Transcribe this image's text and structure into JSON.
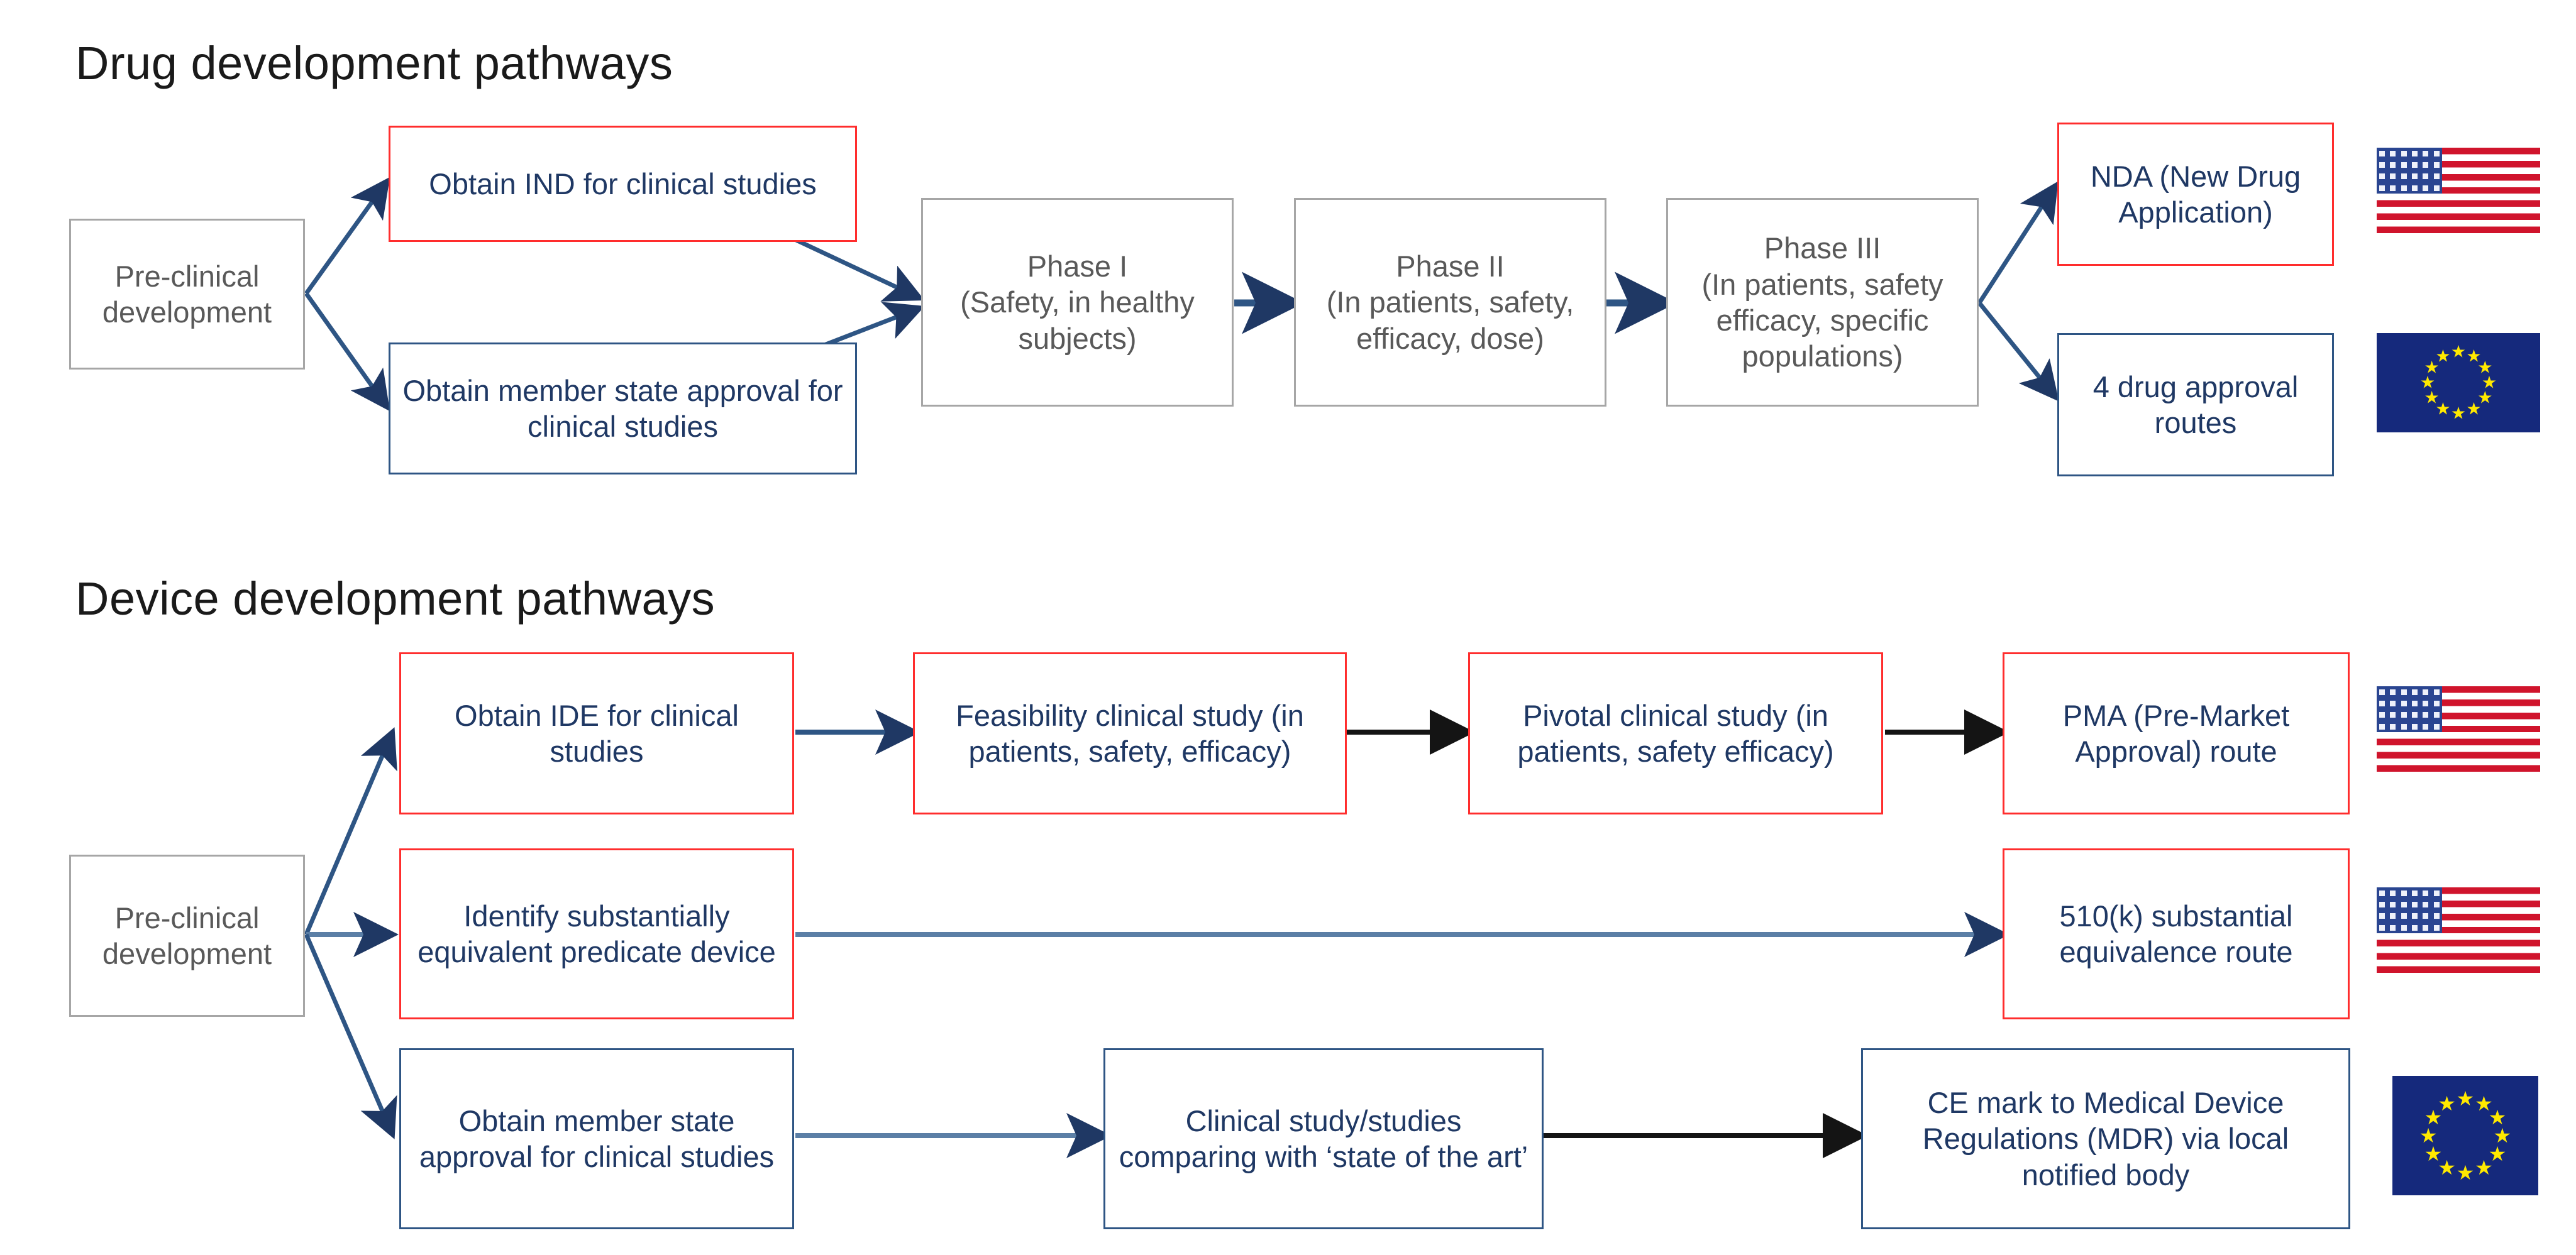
{
  "diagram": {
    "title_drug": "Drug development pathways",
    "title_device": "Device development pathways"
  },
  "drug_pathway": {
    "start": "Pre-clinical development",
    "branch_top": "Obtain IND for clinical studies",
    "branch_bottom": "Obtain member state approval for clinical studies",
    "phase1": "Phase I (Safety, in healthy subjects)",
    "phase1_line1": "Phase I",
    "phase1_line2": "(Safety, in healthy",
    "phase1_line3": "subjects)",
    "phase2_line1": "Phase II",
    "phase2_line2": "(In patients, safety,",
    "phase2_line3": "efficacy, dose)",
    "phase3_line1": "Phase III",
    "phase3_line2": "(In patients, safety",
    "phase3_line3": "efficacy, specific",
    "phase3_line4": "populations)",
    "outcome_us": "NDA (New Drug Application)",
    "outcome_eu": "4 drug approval routes",
    "flag_us": "us-flag-icon",
    "flag_eu": "eu-flag-icon"
  },
  "device_pathway": {
    "start": "Pre-clinical development",
    "row1_step1": "Obtain IDE for clinical studies",
    "row1_step2": "Feasibility clinical study (in patients, safety, efficacy)",
    "row1_step3": "Pivotal clinical study (in patients, safety efficacy)",
    "row1_outcome": "PMA (Pre-Market Approval) route",
    "row2_step1": "Identify substantially equivalent predicate device",
    "row2_outcome": "510(k) substantial equivalence route",
    "row3_step1": "Obtain member state approval  for clinical studies",
    "row3_step2": "Clinical study/studies comparing with ‘state of the art’",
    "row3_outcome": "CE mark to Medical Device Regulations (MDR) via local notified body",
    "flag_us_row1": "us-flag-icon",
    "flag_us_row2": "us-flag-icon",
    "flag_eu_row3": "eu-flag-icon"
  },
  "colors": {
    "red_border": "#ff2d2d",
    "blue_border": "#2e5584",
    "gray_border": "#a6a6a6",
    "text_blue": "#1f3864",
    "text_gray": "#595959",
    "arrow_blue": "#2e5584",
    "arrow_black": "#1a1a1a",
    "flag_us_blue": "#2a4591",
    "flag_us_red": "#d0142c",
    "flag_eu_blue": "#15297c",
    "flag_eu_yellow": "#ffe900"
  }
}
